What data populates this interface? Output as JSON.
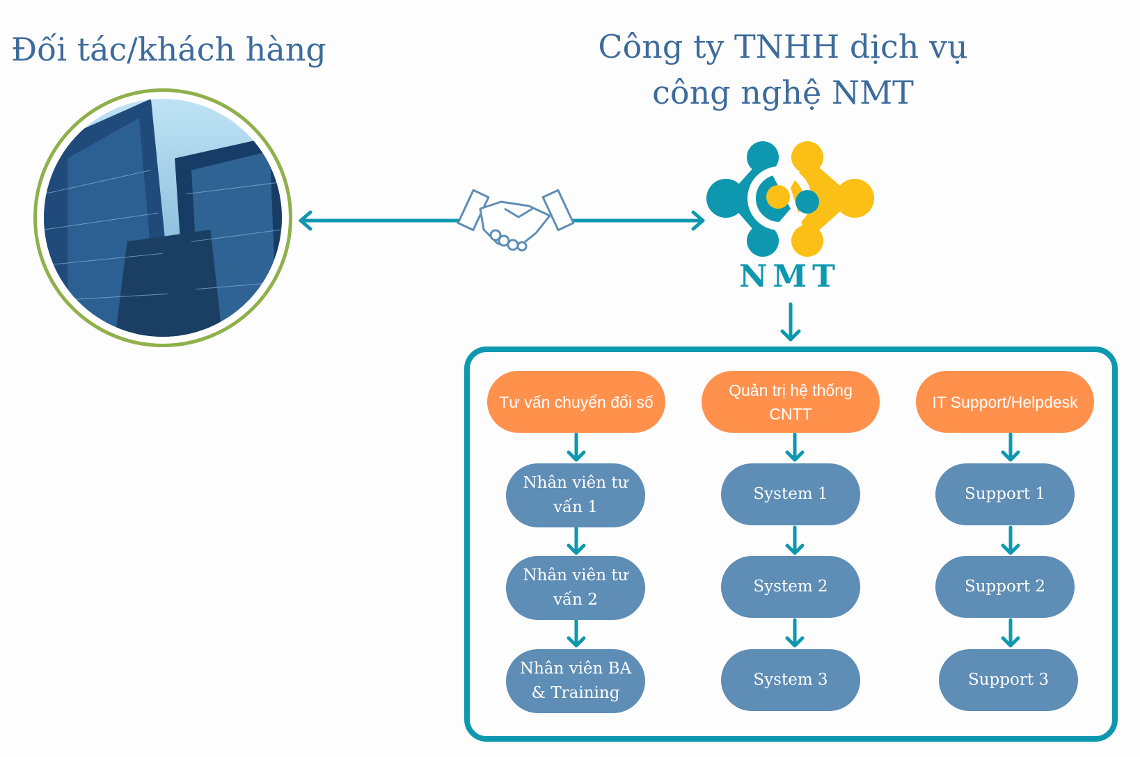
{
  "left_title": "Đối tác/khách hàng",
  "right_title": {
    "line1": "Công ty TNHH dịch vụ",
    "line2": "công nghệ NMT"
  },
  "logo_text": "NMT",
  "colors": {
    "teal": "#0e98b0",
    "orange": "#ff914d",
    "blue": "#5e8db5",
    "yellow": "#fbbf16",
    "title": "#3d6b9c"
  },
  "columns": [
    {
      "head": "Tư vấn chuyển đổi số",
      "items": [
        "Nhân viên tư vấn 1",
        "Nhân viên tư vấn 2",
        "Nhân viên BA & Training"
      ]
    },
    {
      "head": "Quản trị hệ thống CNTT",
      "items": [
        "System 1",
        "System 2",
        "System 3"
      ]
    },
    {
      "head": "IT Support/Helpdesk",
      "items": [
        "Support 1",
        "Support 2",
        "Support 3"
      ]
    }
  ]
}
